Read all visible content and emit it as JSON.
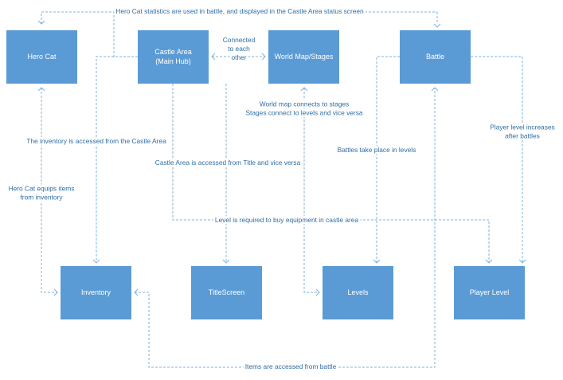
{
  "nodes": {
    "hero_cat": {
      "lines": [
        "Hero Cat"
      ]
    },
    "castle_area": {
      "lines": [
        "Castle Area",
        "(Main Hub)"
      ]
    },
    "world_map": {
      "lines": [
        "World Map/Stages"
      ]
    },
    "battle": {
      "lines": [
        "Battle"
      ]
    },
    "inventory": {
      "lines": [
        "Inventory"
      ]
    },
    "title_screen": {
      "lines": [
        "TitleScreen"
      ]
    },
    "levels": {
      "lines": [
        "Levels"
      ]
    },
    "player_level": {
      "lines": [
        "Player Level"
      ]
    }
  },
  "edge_labels": {
    "hero_stats": [
      "Hero Cat statistics are used in battle, and displayed in the Castle Area status screen"
    ],
    "connected": [
      "Connected",
      "to each",
      "other"
    ],
    "world_map_stages": [
      "World map connects to stages",
      "Stages connect to levels and vice versa"
    ],
    "inventory_castle": [
      "The inventory is accessed from the Castle Area"
    ],
    "battles_levels": [
      "Battles take place in levels"
    ],
    "player_level_increase": [
      "Player level increases",
      "after battles"
    ],
    "castle_title": [
      "Castle Area is accessed from Title and vice versa"
    ],
    "hero_equips": [
      "Hero Cat equips items",
      "from inventory"
    ],
    "level_required": [
      "Level is required to buy equipment in castle area"
    ],
    "items_battle": [
      "Items are accessed from battle"
    ]
  },
  "colors": {
    "node_fill": "#5b9bd5",
    "node_text": "#ffffff",
    "edge_stroke": "#7fb3de",
    "label_text": "#2e6da4"
  }
}
